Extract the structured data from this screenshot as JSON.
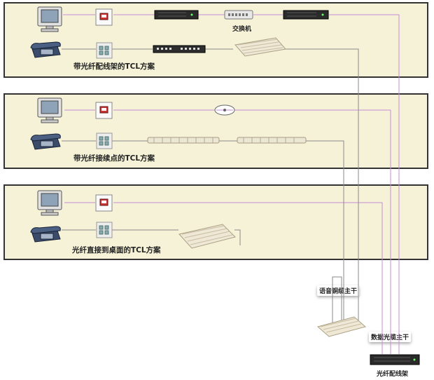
{
  "panels": [
    {
      "id": "panel-1",
      "caption": "带光纤配线架的TCL方案"
    },
    {
      "id": "panel-2",
      "caption": "带光纤接续点的TCL方案"
    },
    {
      "id": "panel-3",
      "caption": "光纤直接到桌面的TCL方案"
    }
  ],
  "labels": {
    "switch": "交换机",
    "voice_backbone": "语音铜缆主干",
    "data_backbone": "数据光缆主干",
    "fiber_frame": "光纤配线架"
  },
  "colors": {
    "panel_bg": "#f5f2d7",
    "panel_border": "#333333",
    "fiber_line": "#c68fd6",
    "copper_line": "#8a8a8a"
  }
}
